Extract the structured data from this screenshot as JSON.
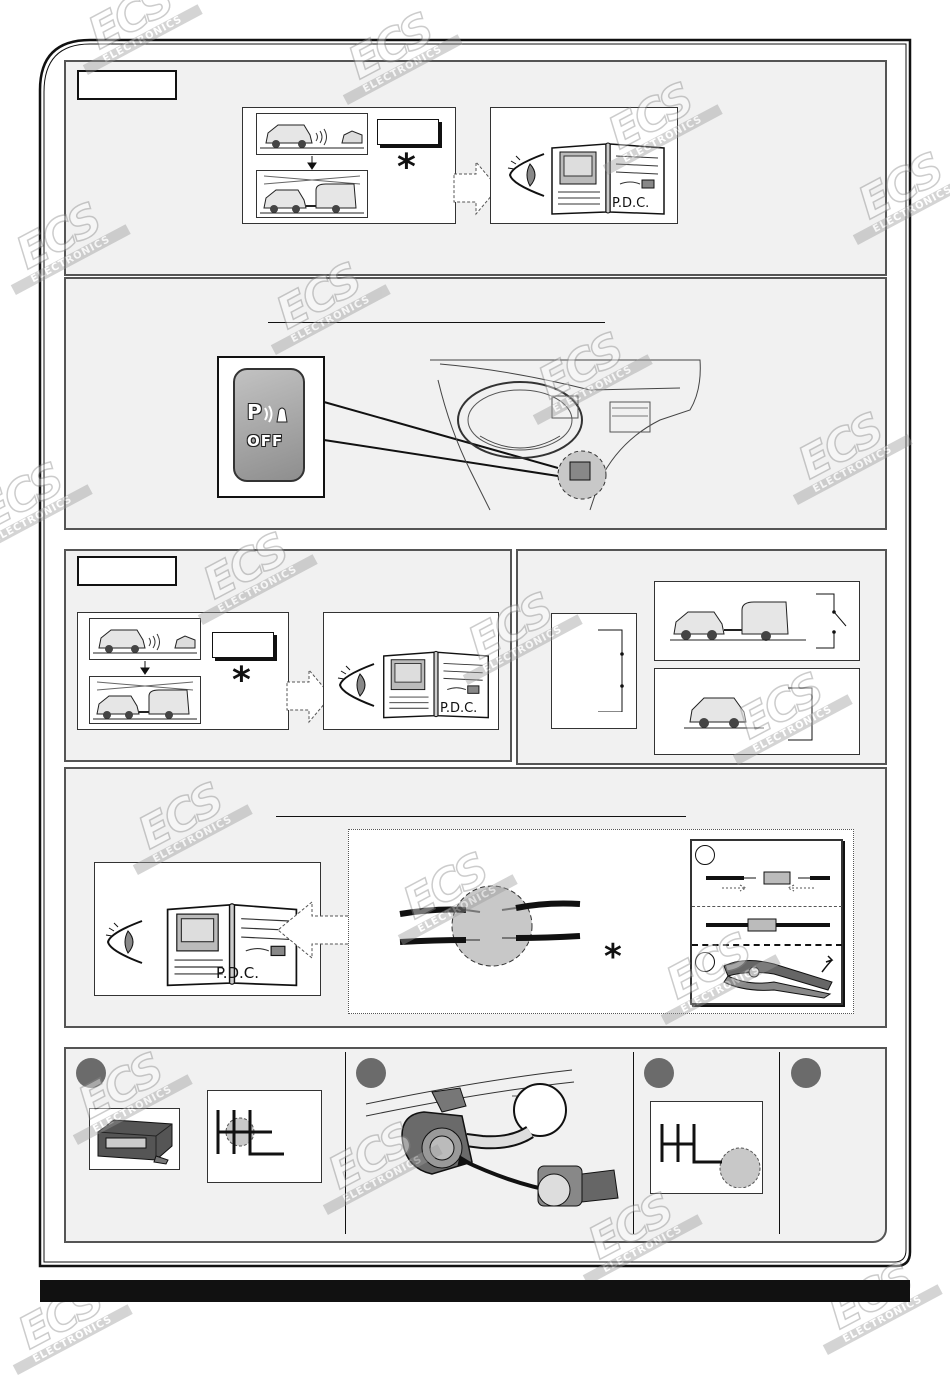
{
  "book_caption": "P.D.C.",
  "book_caption_small": "P.D.C.",
  "button": {
    "p_symbol": "P",
    "off_label": "OFF"
  },
  "asterisk": "*",
  "watermark": {
    "logo": "ECS",
    "subtitle": "ELECTRONICS"
  },
  "colors": {
    "panel_bg": "#f1f1f1",
    "frame": "#111111",
    "button_gray": "#9a9a9a",
    "step_circle": "#6b6b6b",
    "highlight_gray": "#c8c8c8"
  },
  "icons": [
    "car-sensor-icon",
    "car-trailer-icon",
    "eye-icon",
    "manual-book-icon",
    "park-assist-off-button-icon",
    "dashboard-icon",
    "wire-splice-icon",
    "crimp-tool-icon",
    "control-unit-icon",
    "socket-icon",
    "tow-bar-icon"
  ]
}
